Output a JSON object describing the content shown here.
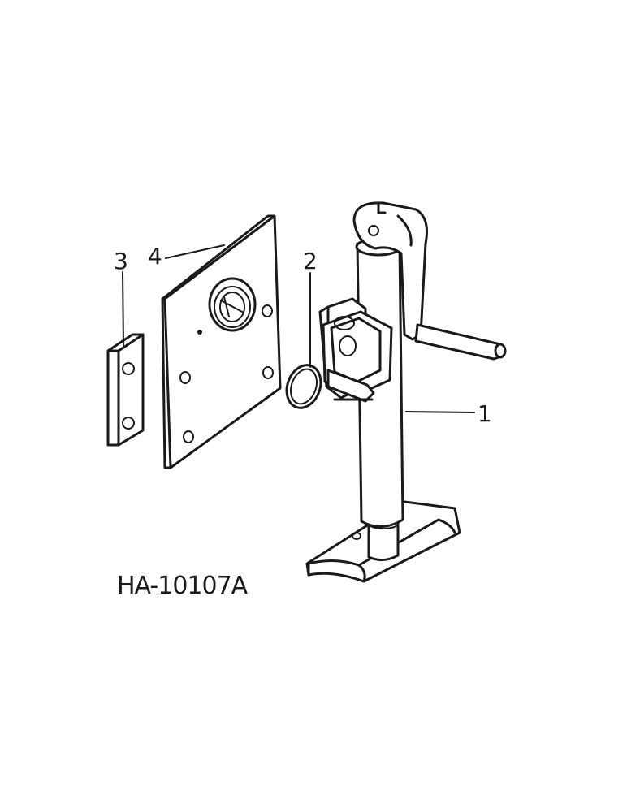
{
  "figure": {
    "id_label": "HA-10107A"
  },
  "callouts": [
    {
      "number": "1",
      "part": "jack"
    },
    {
      "number": "2",
      "part": "ring-pin"
    },
    {
      "number": "3",
      "part": "small-plate"
    },
    {
      "number": "4",
      "part": "mounting-plate"
    }
  ]
}
